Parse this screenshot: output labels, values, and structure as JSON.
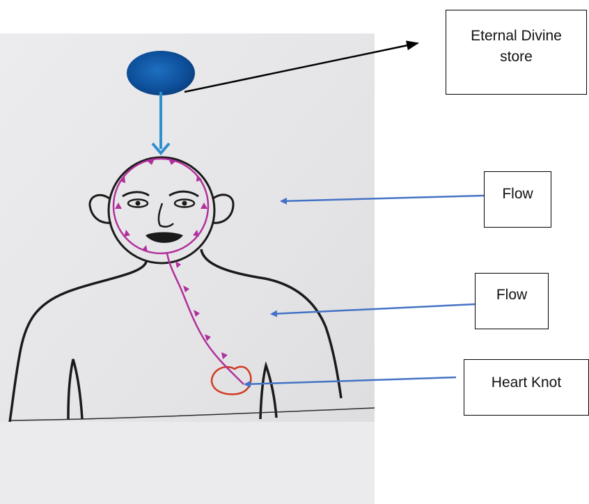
{
  "labels": {
    "eternal_divine_store": "Eternal Divine\nstore",
    "flow_head": "Flow",
    "flow_body": "Flow",
    "heart_knot": "Heart Knot"
  },
  "colors": {
    "paper": "#e7e7e9",
    "ink": "#1a1a1a",
    "flow_path": "#b0309c",
    "divine_sphere": "#0d4f9a",
    "descent_arrow": "#2e8fce",
    "heart": "#d2381f",
    "pointer_arrow": "#4472c4",
    "label_arrow": "#000000"
  }
}
